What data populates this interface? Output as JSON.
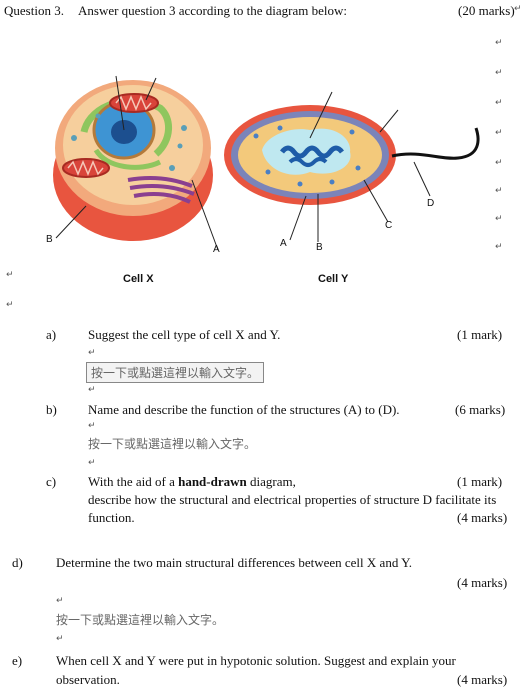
{
  "header": {
    "question": "Question 3.",
    "instruction": "Answer question 3 according to the diagram below:",
    "marks": "(20 marks)"
  },
  "diagram": {
    "cell_x": {
      "caption": "Cell X",
      "labels": [
        "A",
        "B"
      ]
    },
    "cell_y": {
      "caption": "Cell Y",
      "labels": [
        "A",
        "B",
        "C",
        "D"
      ]
    }
  },
  "questions": {
    "a": {
      "label": "a)",
      "text": "Suggest the cell type of cell X and Y.",
      "marks": "(1 mark)"
    },
    "b": {
      "label": "b)",
      "text": "Name and describe the function of the structures (A) to (D).",
      "marks": "(6 marks)"
    },
    "c": {
      "label": "c)",
      "text_pre": "With the aid of a ",
      "text_bold": "hand-drawn",
      "text_post": " diagram,",
      "marks": "(1 mark)",
      "line2": "describe how the structural and electrical properties of structure D facilitate its",
      "line3": "function.",
      "marks2": "(4 marks)"
    },
    "d": {
      "label": "d)",
      "text": "Determine the two main structural differences between cell X and Y.",
      "marks": "(4 marks)"
    },
    "e": {
      "label": "e)",
      "text": "When cell X and Y were put in hypotonic solution. Suggest and explain your",
      "line2": "observation.",
      "marks": "(4 marks)"
    }
  },
  "placeholder": "按一下或點選這裡以輸入文字。"
}
